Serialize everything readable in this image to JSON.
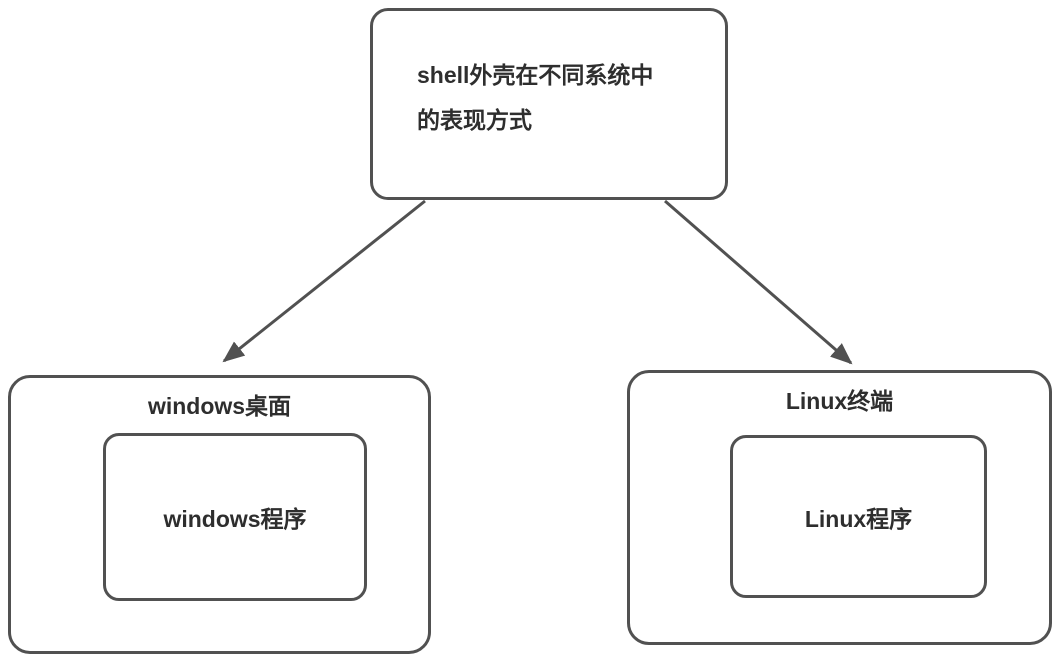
{
  "diagram": {
    "nodes": {
      "root": {
        "line1": "shell外壳在不同系统中",
        "line2": "的表现方式"
      },
      "windows": {
        "label": "windows桌面",
        "inner": "windows程序"
      },
      "linux": {
        "label": "Linux终端",
        "inner": "Linux程序"
      }
    },
    "edges": [
      {
        "from": "root",
        "to": "windows"
      },
      {
        "from": "root",
        "to": "linux"
      }
    ],
    "colors": {
      "border": "#515151",
      "arrow": "#515151",
      "text": "#2e2e2e",
      "background": "#ffffff"
    }
  }
}
